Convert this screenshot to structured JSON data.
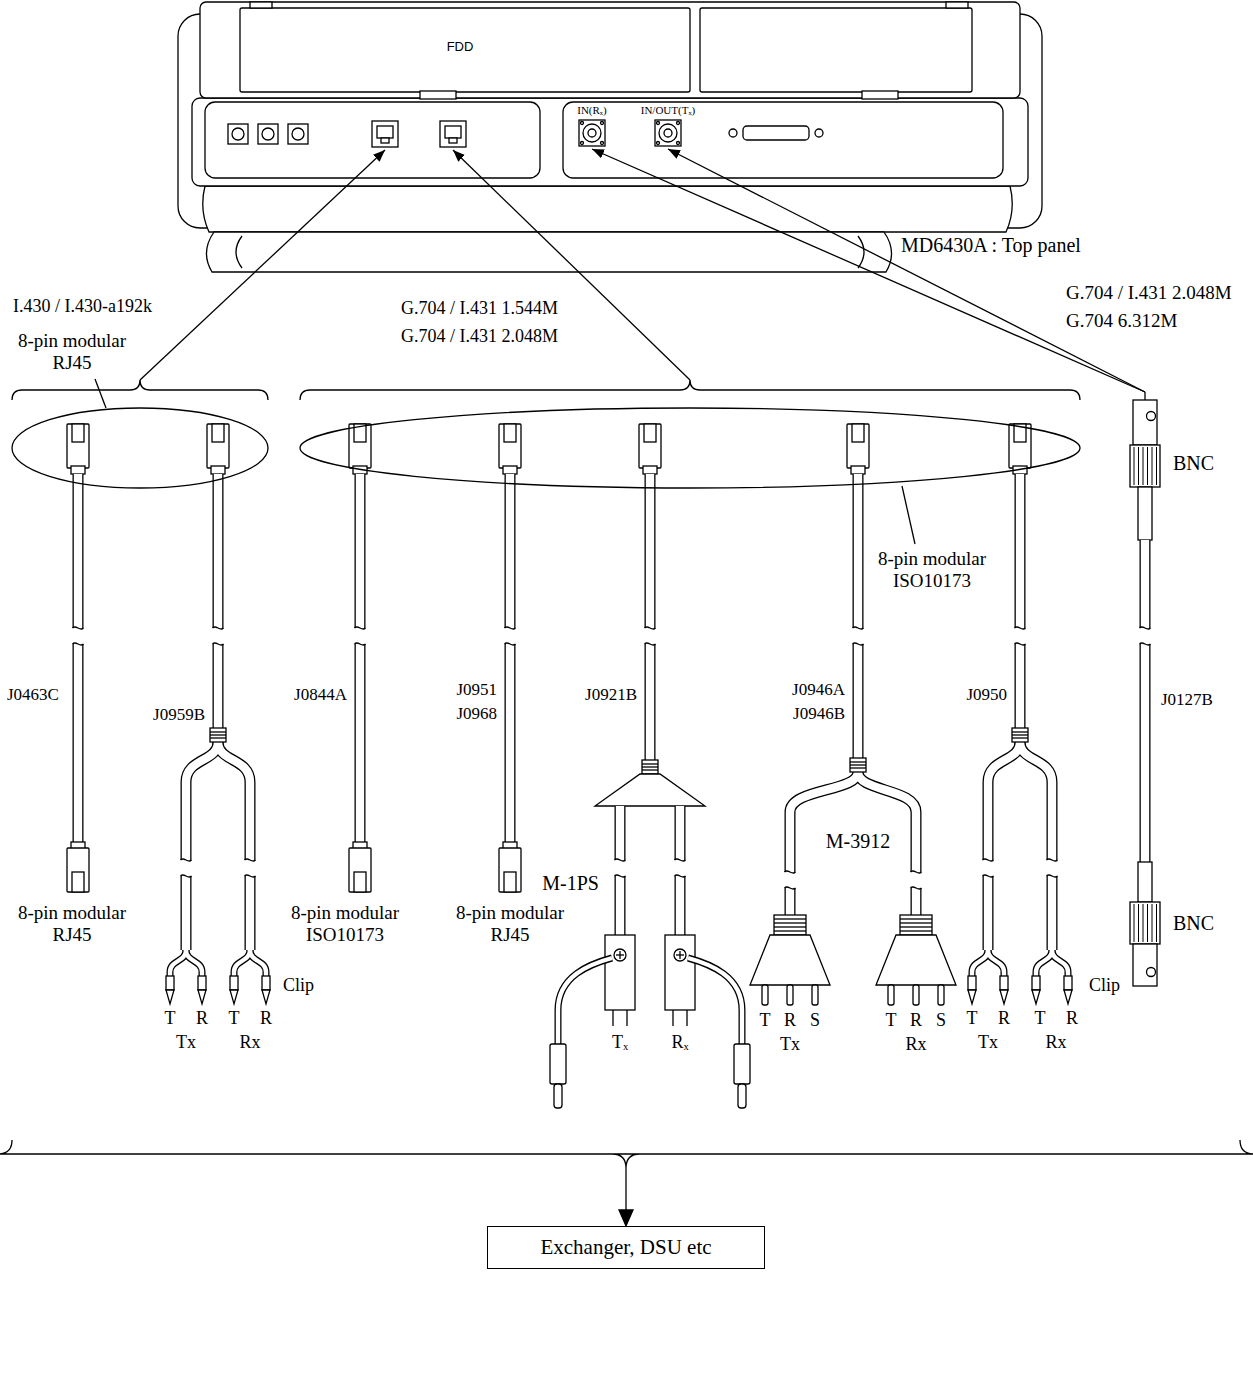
{
  "diagram": {
    "nodes": [
      {
        "text": [
          "Exchanger, DSU etc"
        ]
      }
    ],
    "labels": [
      "FDD",
      "IN(Rₓ)",
      "IN/OUT(Tₓ)",
      "MD6430A : Top panel",
      "G.704 / I.431 2.048M",
      "G.704 6.312M",
      "I.430 / I.430-a192k",
      "8-pin modular RJ45",
      "G.704 / I.431 1.544M",
      "G.704 / I.431 2.048M",
      "8-pin modular ISO10173",
      "J0127B",
      "BNC",
      "J0463C",
      "J0959B",
      "J0844A",
      "J0951",
      "J0968",
      "J0921B",
      "J0946A",
      "J0946B",
      "J0950",
      "BNC",
      "8-pin modular RJ45",
      "8-pin modular ISO10173",
      "8-pin modular RJ45",
      "M-1PS",
      "M-3912",
      "Clip",
      "Clip",
      "T",
      "R",
      "T",
      "R",
      "Tx",
      "Rx",
      "Tₓ",
      "Rₓ",
      "T",
      "R",
      "S",
      "Tx",
      "T",
      "R",
      "S",
      "Rx",
      "T",
      "R",
      "T",
      "R",
      "Tx",
      "Rx"
    ]
  }
}
